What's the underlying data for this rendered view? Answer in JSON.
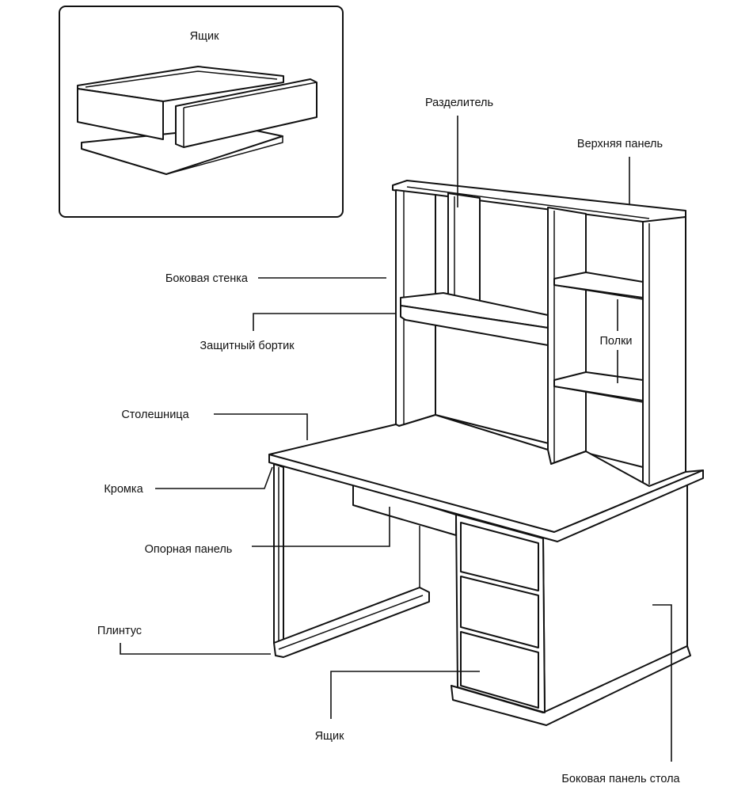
{
  "labels": {
    "inset_drawer": "Ящик",
    "divider": "Разделитель",
    "top_panel": "Верхняя панель",
    "side_wall": "Боковая стенка",
    "guard_rail": "Защитный бортик",
    "shelves": "Полки",
    "tabletop": "Столешница",
    "edge": "Кромка",
    "support_panel": "Опорная панель",
    "plinth": "Плинтус",
    "drawer": "Ящик",
    "desk_side_panel": "Боковая панель стола"
  }
}
